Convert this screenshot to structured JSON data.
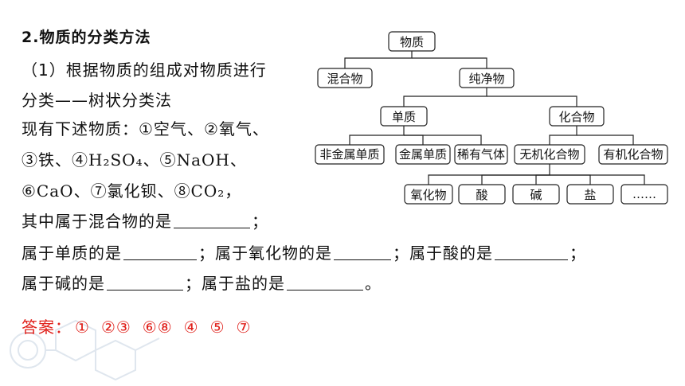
{
  "heading": "2.物质的分类方法",
  "intro": [
    "（1）根据物质的组成对物质进行",
    "分类——树状分类法"
  ],
  "substances": {
    "prefix": "现有下述物质：",
    "items": [
      "①空气",
      "②氧气",
      "③铁",
      "④H₂SO₄",
      "⑤NaOH",
      "⑥CaO",
      "⑦氯化钡",
      "⑧CO₂"
    ]
  },
  "questions": {
    "mixture": "其中属于混合物的是",
    "element": "属于单质的是",
    "oxide": "；属于氧化物的是",
    "acid": "；属于酸的是",
    "base": "属于碱的是",
    "salt": "；属于盐的是",
    "end_semicolon": "；",
    "end_period": "。"
  },
  "answer": {
    "label": "答案：",
    "values": [
      "①",
      "②③",
      "⑥⑧",
      "④",
      "⑤",
      "⑦"
    ]
  },
  "tree": {
    "root": "物质",
    "mixture": "混合物",
    "pure": "纯净物",
    "element": "单质",
    "compound": "化合物",
    "nonmetal": "非金属单质",
    "metal": "金属单质",
    "noble_gas": "稀有气体",
    "inorganic": "无机化合物",
    "organic": "有机化合物",
    "oxide": "氧化物",
    "acid": "酸",
    "base": "碱",
    "salt": "盐",
    "more": "……"
  }
}
